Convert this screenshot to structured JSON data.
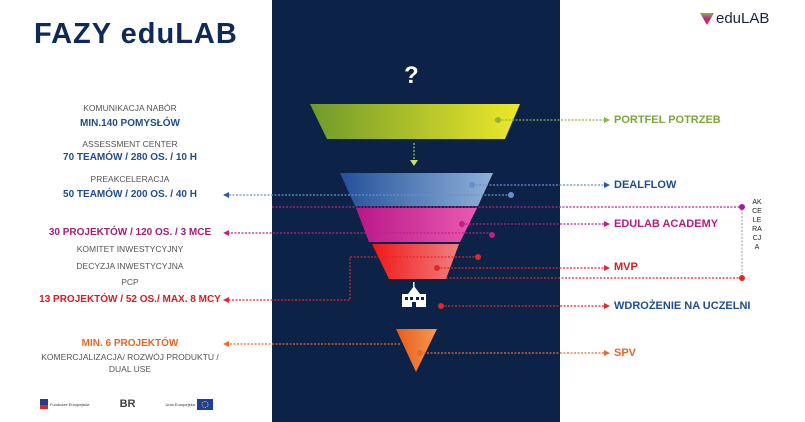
{
  "title": "FAZY eduLAB",
  "logo": "eduLAB",
  "question": "?",
  "left": {
    "l1": "KOMUNIKACJA NABÓR",
    "l2": "MIN.140 POMYSŁÓW",
    "l3": "ASSESSMENT CENTER",
    "l4": "70 TEAMÓW / 280 OS. / 10 H",
    "l5": "PREAKCELERACJA",
    "l6": "50 TEAMÓW / 200 OS. / 40 H",
    "l7": "30 PROJEKTÓW / 120 OS. / 3 MCE",
    "l8": "KOMITET INWESTYCYJNY",
    "l9": "DECYZJA INWESTYCYJNA",
    "l10": "PCP",
    "l11": "13 PROJEKTÓW / 52 OS./ MAX. 8 MCY",
    "l12": "MIN. 6 PROJEKTÓW",
    "l13": "KOMERCJALIZACJA/ ROZWÓJ PRODUKTU /",
    "l14": "DUAL USE"
  },
  "right": {
    "r1": "PORTFEL POTRZEB",
    "r2": "DEALFLOW",
    "r3": "EDULAB ACADEMY",
    "r4": "MVP",
    "r5": "WDROŻENIE NA UCZELNI",
    "r6": "SPV"
  },
  "akceleracja": "AKCELERACJA",
  "sponsors": {
    "s1": "Fundusze Europejskie",
    "s2": "BR",
    "s3": "Unia Europejska"
  },
  "colors": {
    "green": "#8cb53a",
    "blue": "#1f4e8c",
    "magenta": "#c0208a",
    "red": "#e02828",
    "orange": "#e8692a",
    "panel": "#0c2246"
  }
}
